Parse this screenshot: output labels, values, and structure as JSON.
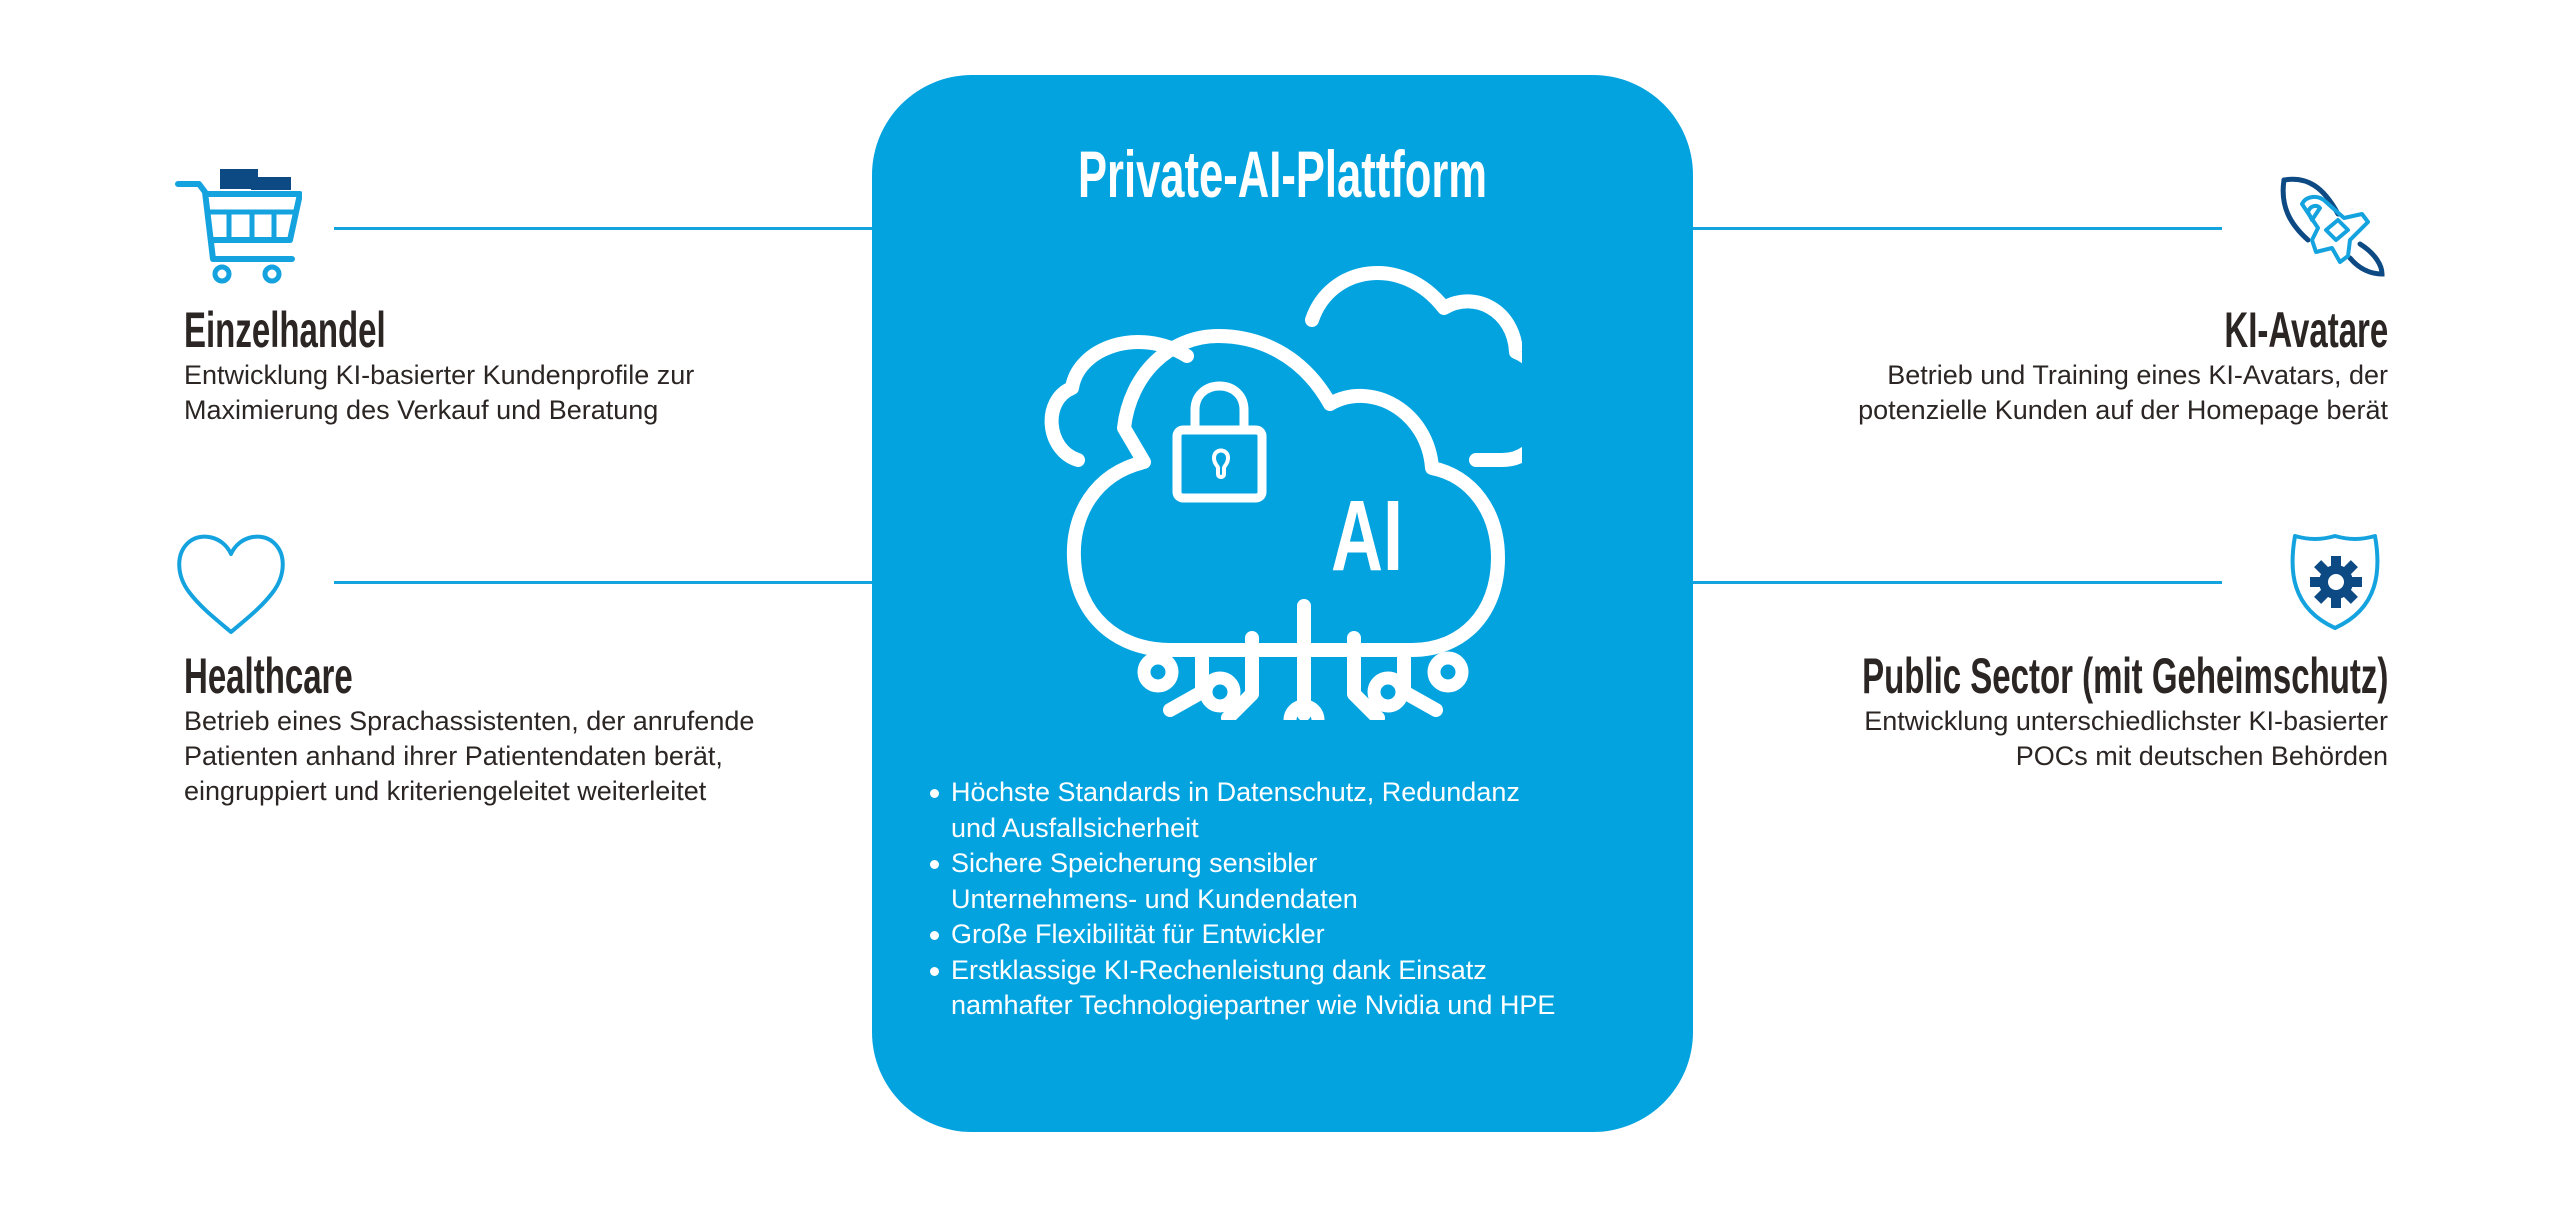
{
  "colors": {
    "accent_blue": "#03a3e0",
    "navy": "#0d4a84",
    "text_dark": "#2b2624",
    "white": "#ffffff"
  },
  "platform": {
    "title": "Private-AI-Plattform",
    "icon": "cloud-lock-ai-circuit-icon",
    "icon_label": "AI",
    "bullets": [
      {
        "line1": "Höchste Standards in Datenschutz, Redundanz",
        "line2": "und Ausfallsicherheit"
      },
      {
        "line1": "Sichere Speicherung sensibler",
        "line2": "Unternehmens- und Kundendaten"
      },
      {
        "line1": "Große Flexibilität für Entwickler",
        "line2": ""
      },
      {
        "line1": "Erstklassige KI-Rechenleistung dank Einsatz",
        "line2": "namhafter Technologiepartner wie Nvidia und HPE"
      }
    ]
  },
  "use_cases": {
    "einzelhandel": {
      "icon": "shopping-cart-icon",
      "title": "Einzelhandel",
      "lines": [
        "Entwicklung KI-basierter Kundenprofile zur",
        "Maximierung des Verkauf und Beratung"
      ]
    },
    "healthcare": {
      "icon": "heart-icon",
      "title": "Healthcare",
      "lines": [
        "Betrieb eines Sprachassistenten, der anrufende",
        "Patienten anhand ihrer Patientendaten berät,",
        "eingruppiert und kriteriengeleitet weiterleitet"
      ]
    },
    "ki_avatare": {
      "icon": "rocket-icon",
      "title": "KI-Avatare",
      "lines": [
        "Betrieb und Training eines KI-Avatars, der",
        "potenzielle Kunden auf der Homepage berät"
      ]
    },
    "public_sector": {
      "icon": "shield-gear-icon",
      "title": "Public Sector (mit Geheimschutz)",
      "lines": [
        "Entwicklung unterschiedlichster KI-basierter",
        "POCs mit deutschen Behörden"
      ]
    }
  }
}
